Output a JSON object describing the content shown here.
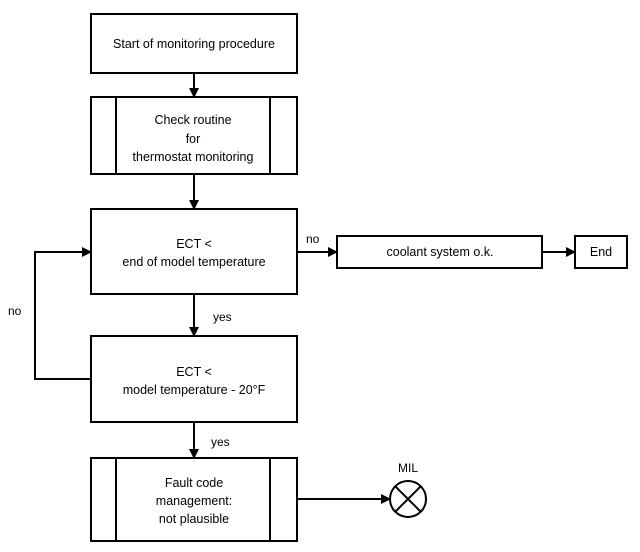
{
  "nodes": {
    "start": {
      "label": "Start of monitoring procedure"
    },
    "check_routine": {
      "lines": [
        "Check routine",
        "for",
        "thermostat monitoring"
      ]
    },
    "decision_end_model": {
      "lines": [
        "ECT <",
        "end of model temperature"
      ]
    },
    "decision_model_minus": {
      "lines": [
        "ECT <",
        "model temperature - 20°F"
      ]
    },
    "fault_code": {
      "lines": [
        "Fault code",
        "management:",
        "not plausible"
      ]
    },
    "coolant_ok": {
      "label": "coolant system o.k."
    },
    "end": {
      "label": "End"
    },
    "mil": {
      "label": "MIL"
    }
  },
  "edges": {
    "no_to_coolant": "no",
    "yes_after_end_model": "yes",
    "loop_back_no": "no",
    "yes_after_model_minus": "yes"
  },
  "colors": {
    "stroke": "#000000",
    "fill": "#ffffff",
    "text": "#000000"
  }
}
